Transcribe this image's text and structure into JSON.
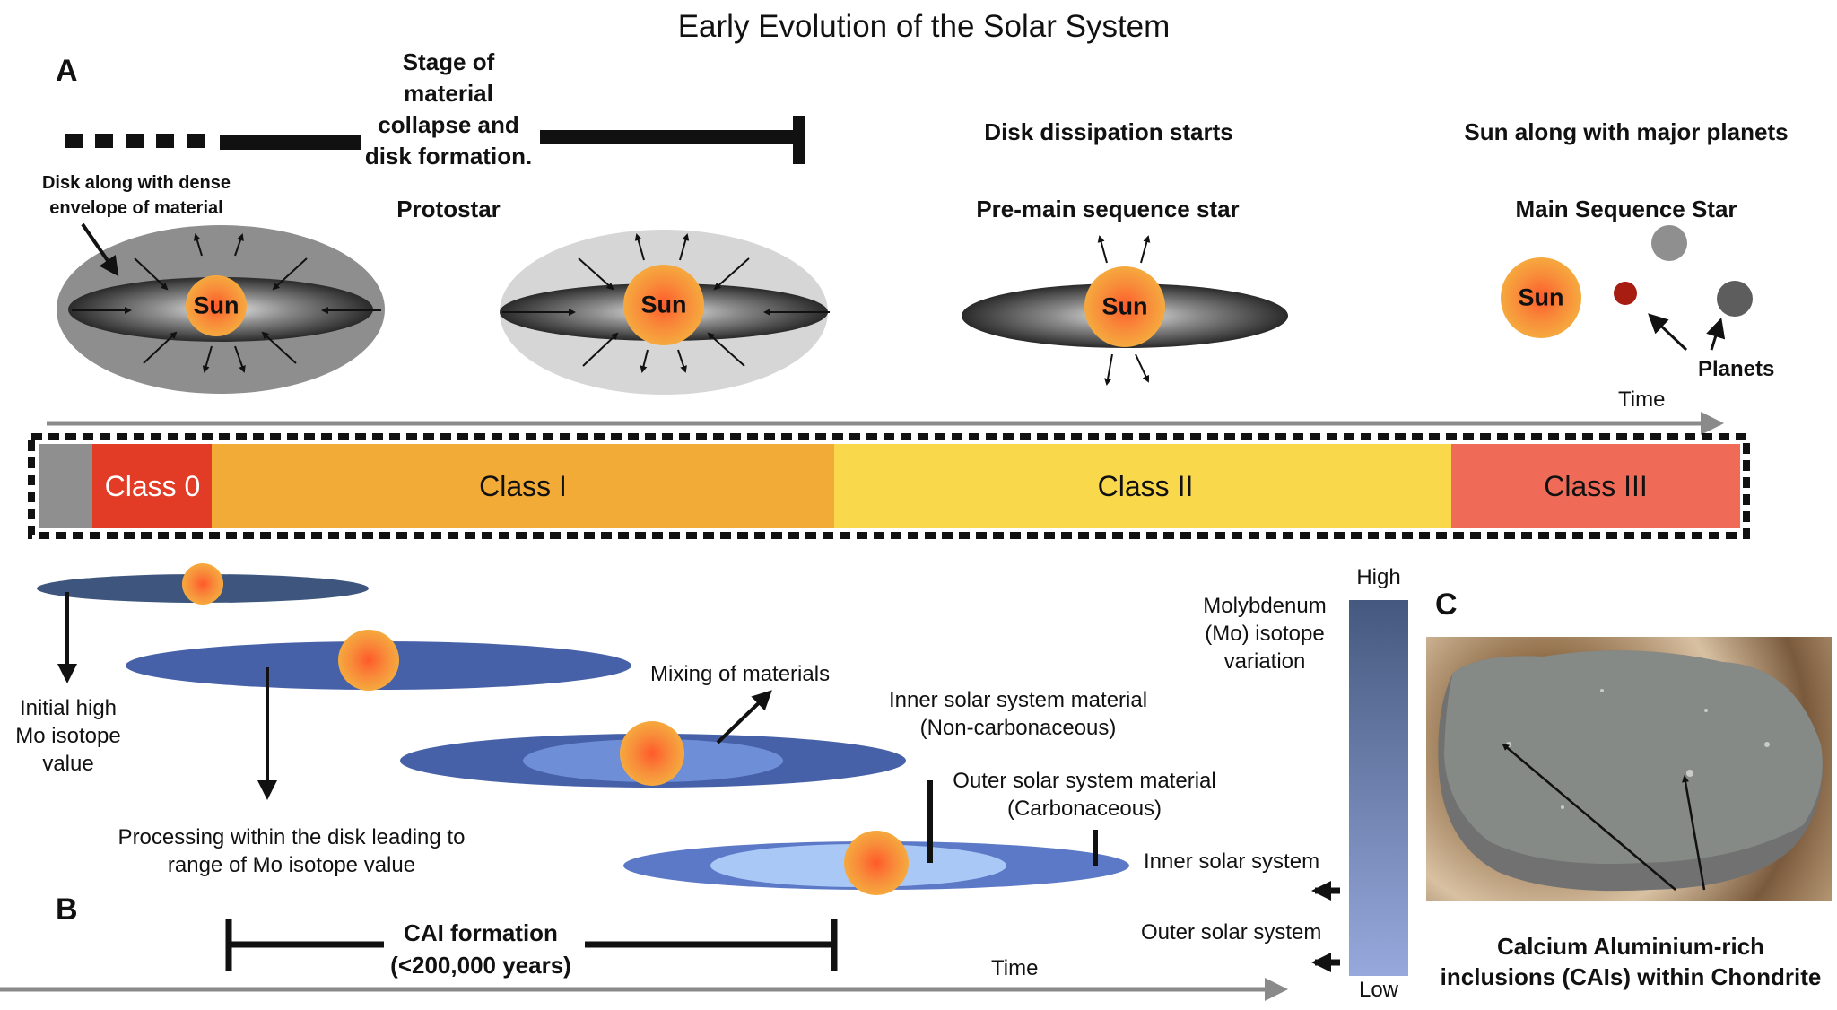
{
  "title": "Early Evolution of the Solar System",
  "panels": {
    "a": "A",
    "b": "B",
    "c": "C"
  },
  "stages": {
    "stage_of_material": [
      "Stage of",
      "material",
      "collapse and",
      "disk formation."
    ],
    "disk_dissipation": "Disk dissipation starts",
    "sun_planets": "Sun along with major planets",
    "protostar": "Protostar",
    "pre_main": "Pre-main sequence star",
    "main_seq": "Main Sequence Star",
    "disk_envelope": [
      "Disk along with dense",
      "envelope of material"
    ],
    "planets": "Planets",
    "time_top": "Time"
  },
  "sun_label": "Sun",
  "classes": [
    "Class 0",
    "Class I",
    "Class II",
    "Class III"
  ],
  "colors": {
    "gray_block": "#8f8f8f",
    "class0": "#e23b26",
    "class1": "#f2ab36",
    "class2": "#f9d94b",
    "class3": "#ef6b58",
    "disk_dark": "#3e567e",
    "disk_mid": "#4761a8",
    "disk_inner": "#6f8ed8",
    "disk_light": "#a9c8f5",
    "mo_bar_top": "#45597f",
    "mo_bar_bottom": "#97a8dc",
    "planet_red": "#a71d12",
    "planet_gray": "#8f8f8f",
    "planet_dark": "#5d5d5d"
  },
  "part_b": {
    "initial": [
      "Initial high",
      "Mo isotope",
      "value"
    ],
    "processing": [
      "Processing within the disk leading to",
      "range of Mo isotope value"
    ],
    "mixing": "Mixing of materials",
    "inner_material": [
      "Inner solar system material",
      "(Non-carbonaceous)"
    ],
    "outer_material": [
      "Outer solar system material",
      "(Carbonaceous)"
    ],
    "inner_system": "Inner solar system",
    "outer_system": "Outer solar system",
    "mo_variation": [
      "Molybdenum",
      "(Mo) isotope",
      "variation"
    ],
    "high": "High",
    "low": "Low",
    "cai_formation": [
      "CAI formation",
      "(<200,000 years)"
    ],
    "time_bottom": "Time"
  },
  "part_c": {
    "caption": [
      "Calcium Aluminium-rich",
      "inclusions (CAIs) within Chondrite"
    ]
  }
}
